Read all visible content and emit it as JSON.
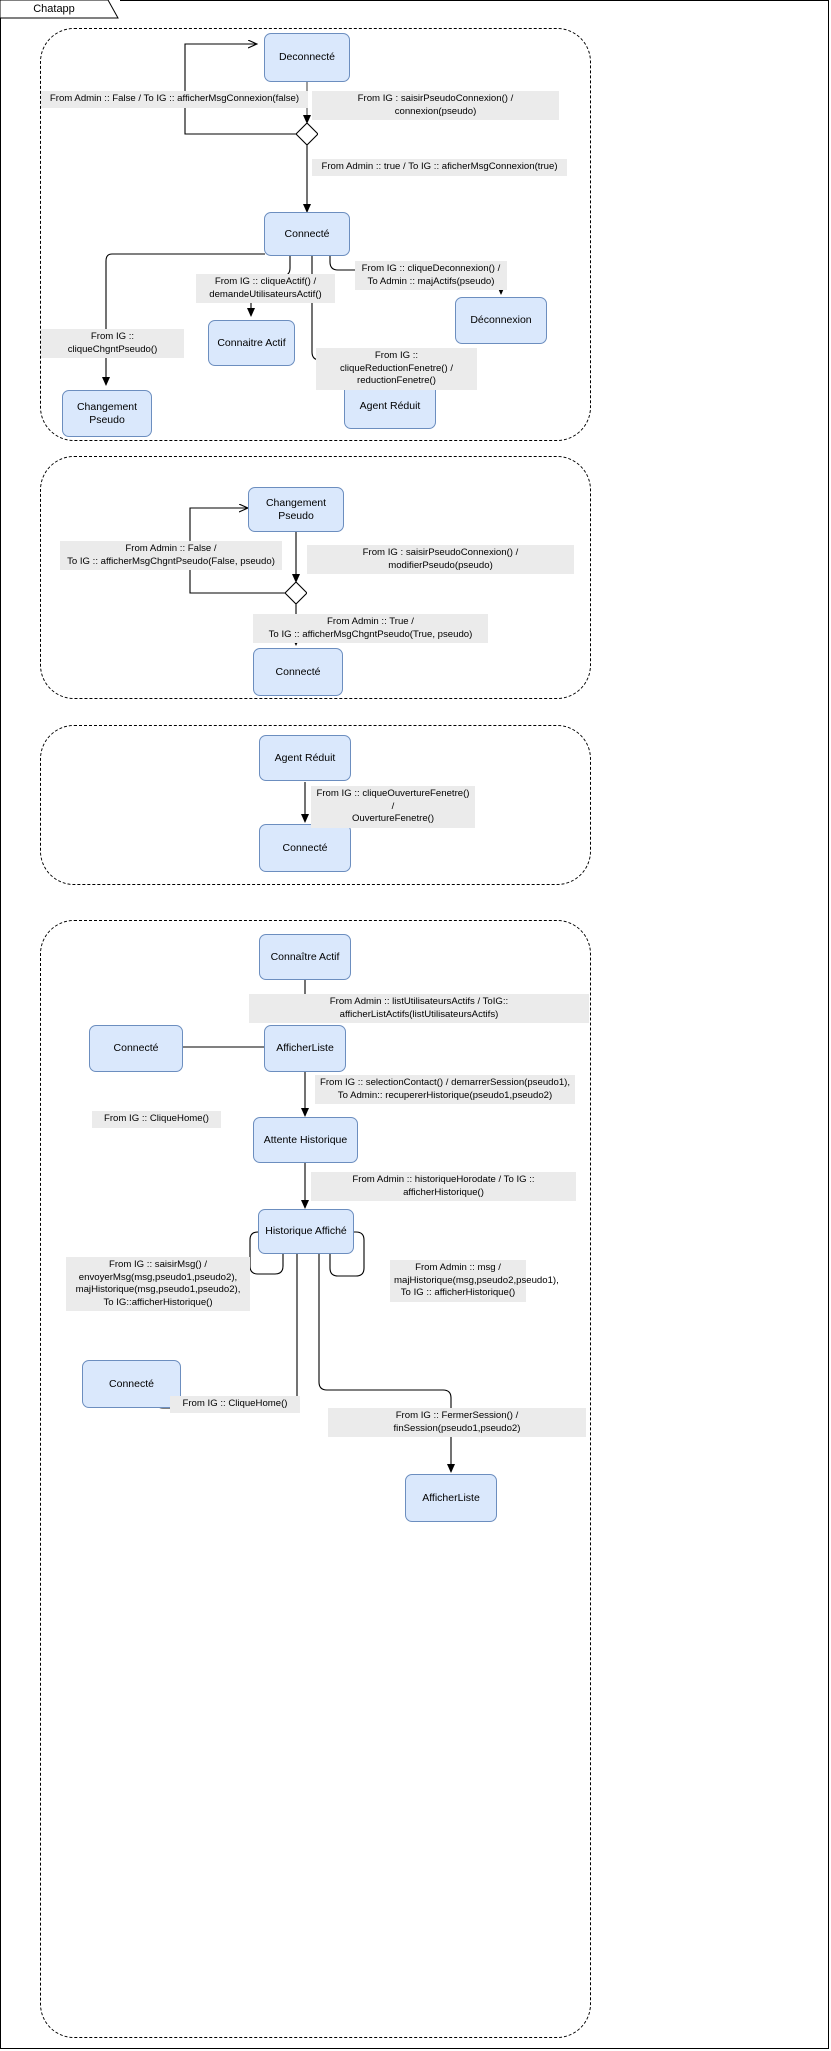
{
  "window": {
    "title": "Chatapp"
  },
  "palette": {
    "node_fill": "#dae8fc",
    "node_stroke": "#6c8ebf",
    "label_fill": "#ebebeb",
    "line": "#000000",
    "page_bg": "#ffffff"
  },
  "regions": [
    {
      "id": "region-connexion",
      "name": "connexion-region"
    },
    {
      "id": "region-changement-pseudo",
      "name": "changement-pseudo-region"
    },
    {
      "id": "region-agent-reduit",
      "name": "agent-reduit-region"
    },
    {
      "id": "region-historique",
      "name": "historique-region"
    }
  ],
  "nodes": {
    "deconnecte": "Deconnecté",
    "connecte_1": "Connecté",
    "connaitre_actif_1": "Connaitre Actif",
    "deconnexion": "Déconnexion",
    "changement_pseudo_1": "Changement Pseudo",
    "agent_reduit_1": "Agent Réduit",
    "changement_pseudo_2": "Changement Pseudo",
    "connecte_2": "Connecté",
    "agent_reduit_2": "Agent Réduit",
    "connecte_3": "Connecté",
    "connaitre_actif_2": "Connaître Actif",
    "afficher_liste_1": "AfficherListe",
    "connecte_4": "Connecté",
    "attente_historique": "Attente Historique",
    "historique_affiche": "Historique Affiché",
    "connecte_5": "Connecté",
    "afficher_liste_2": "AfficherListe"
  },
  "labels": {
    "admin_false_connexion": "From Admin :: False  / To IG :: afficherMsgConnexion(false)",
    "ig_saisir_pseudo_connexion": "From IG : saisirPseudoConnexion() / connexion(pseudo)",
    "admin_true_connexion": "From Admin :: true  / To IG :: aficherMsgConnexion(true)",
    "ig_clique_actif": "From IG :: cliqueActif() /\ndemandeUtilisateursActif()",
    "ig_clique_deconnexion": "From IG :: cliqueDeconnexion() /\nTo Admin :: majActifs(pseudo)",
    "ig_clique_chgnt_pseudo": "From IG :: cliqueChgntPseudo()",
    "ig_clique_reduction_fenetre": "From IG :: cliqueReductionFenetre() /\nreductionFenetre()",
    "admin_false_chgnt_pseudo": "From Admin :: False /\nTo IG :: afficherMsgChgntPseudo(False, pseudo)",
    "ig_saisir_pseudo_modifier": "From IG : saisirPseudoConnexion() / modifierPseudo(pseudo)",
    "admin_true_chgnt_pseudo": "From Admin :: True /\nTo IG :: afficherMsgChgntPseudo(True, pseudo)",
    "ig_clique_ouverture_fenetre": "From IG :: cliqueOuvertureFenetre() /\nOuvertureFenetre()",
    "admin_list_utilisateurs_actifs": "From Admin :: listUtilisateursActifs / ToIG:: afficherListActifs(listUtilisateursActifs)",
    "ig_selection_contact": "From IG :: selectionContact() / demarrerSession(pseudo1),\nTo Admin:: recupererHistorique(pseudo1,pseudo2)",
    "ig_clique_home_1": "From IG :: CliqueHome()",
    "admin_historique_horodate": "From Admin :: historiqueHorodate / To IG :: afficherHistorique()",
    "ig_saisir_msg": "From IG :: saisirMsg() /\nenvoyerMsg(msg,pseudo1,pseudo2),\nmajHistorique(msg,pseudo1,pseudo2),\nTo IG::afficherHistorique()",
    "admin_msg": "From Admin ::  msg /\nmajHistorique(msg,pseudo2,pseudo1),\nTo IG :: afficherHistorique()",
    "ig_clique_home_2": "From IG :: CliqueHome()",
    "ig_fermer_session": "From IG :: FermerSession() / finSession(pseudo1,pseudo2)"
  }
}
